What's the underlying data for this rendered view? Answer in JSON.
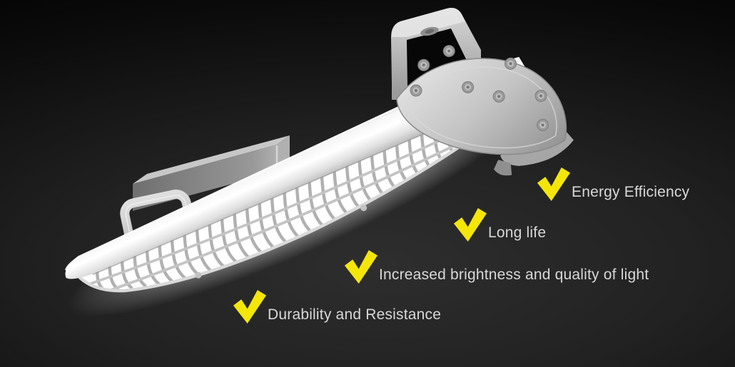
{
  "features": [
    {
      "label": "Energy Efficiency"
    },
    {
      "label": "Long life"
    },
    {
      "label": "Increased brightness and quality of light"
    },
    {
      "label": "Durability and Resistance"
    }
  ],
  "icons": {
    "feature_bullet": "checkmark-icon"
  },
  "colors": {
    "checkmark": "#f4e608",
    "feature_text": "#d8d8d8",
    "background_center": "#2e2e2e",
    "background_edge": "#000000",
    "fixture_metal": "#e8e8e8",
    "led_glow": "#ffffff"
  }
}
